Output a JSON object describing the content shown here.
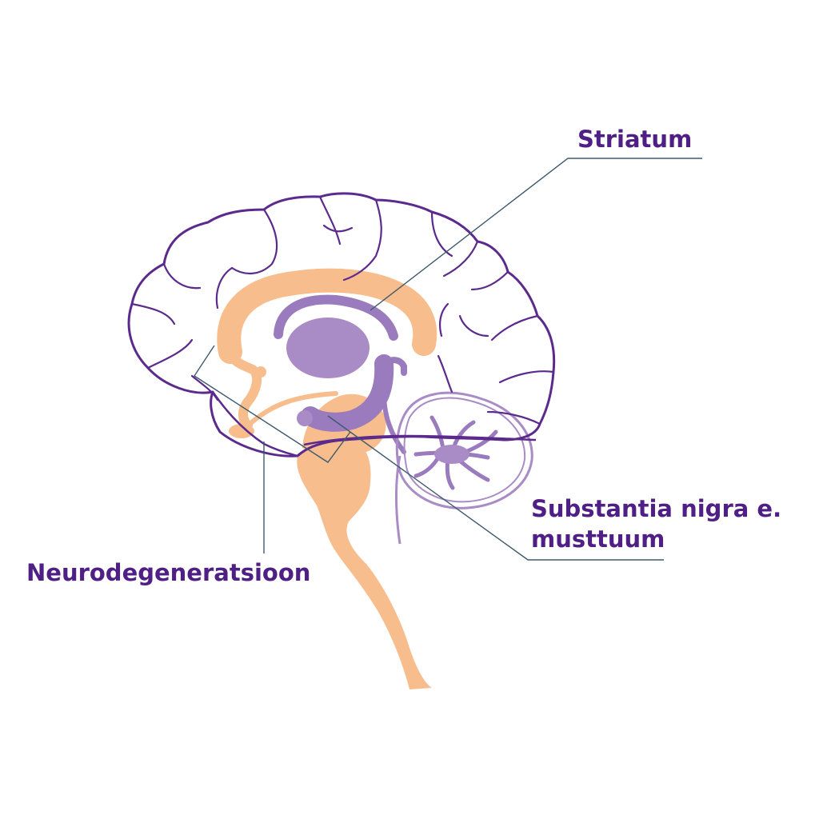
{
  "colors": {
    "outline": "#5b2a8c",
    "label": "#4f1f85",
    "orange": "#f8bd8c",
    "purple_light": "#a98bc6",
    "purple_mid": "#9a7bbd",
    "leader": "#3e5a6e"
  },
  "labels": {
    "striatum": "Striatum",
    "substantia_line1": "Substantia nigra e.",
    "substantia_line2": "musttuum",
    "neurodegeneration": "Neurodegeneratsioon"
  }
}
